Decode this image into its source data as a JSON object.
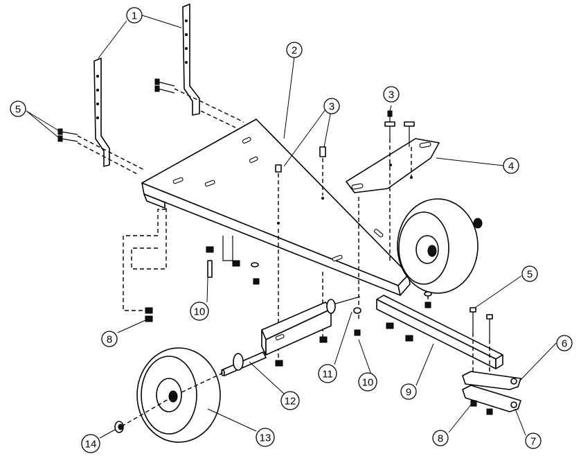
{
  "callouts": [
    {
      "id": "c1",
      "label": "1"
    },
    {
      "id": "c2",
      "label": "2"
    },
    {
      "id": "c3a",
      "label": "3"
    },
    {
      "id": "c3b",
      "label": "3"
    },
    {
      "id": "c4",
      "label": "4"
    },
    {
      "id": "c5a",
      "label": "5"
    },
    {
      "id": "c5b",
      "label": "5"
    },
    {
      "id": "c6",
      "label": "6"
    },
    {
      "id": "c7",
      "label": "7"
    },
    {
      "id": "c8a",
      "label": "8"
    },
    {
      "id": "c8b",
      "label": "8"
    },
    {
      "id": "c9",
      "label": "9"
    },
    {
      "id": "c10a",
      "label": "10"
    },
    {
      "id": "c10b",
      "label": "10"
    },
    {
      "id": "c11",
      "label": "11"
    },
    {
      "id": "c12",
      "label": "12"
    },
    {
      "id": "c13",
      "label": "13"
    },
    {
      "id": "c14",
      "label": "14"
    }
  ]
}
